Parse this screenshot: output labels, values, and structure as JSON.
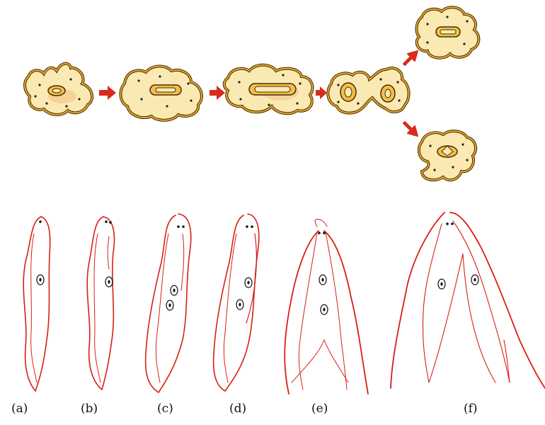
{
  "binary_fission_labels": [
    "(a)",
    "(b)",
    "(c)",
    "(d)",
    "(e)",
    "(f)"
  ],
  "colors": {
    "cytoplasm": "#fbe9b3",
    "cytoplasm_shade": "#f4c78f",
    "membrane": "#d49a1c",
    "membrane_dark": "#4a2a05",
    "nucleus": "#f2c04a",
    "arrow": "#d92b1e",
    "outline_red": "#d81f14",
    "eyespot": "#111111"
  }
}
